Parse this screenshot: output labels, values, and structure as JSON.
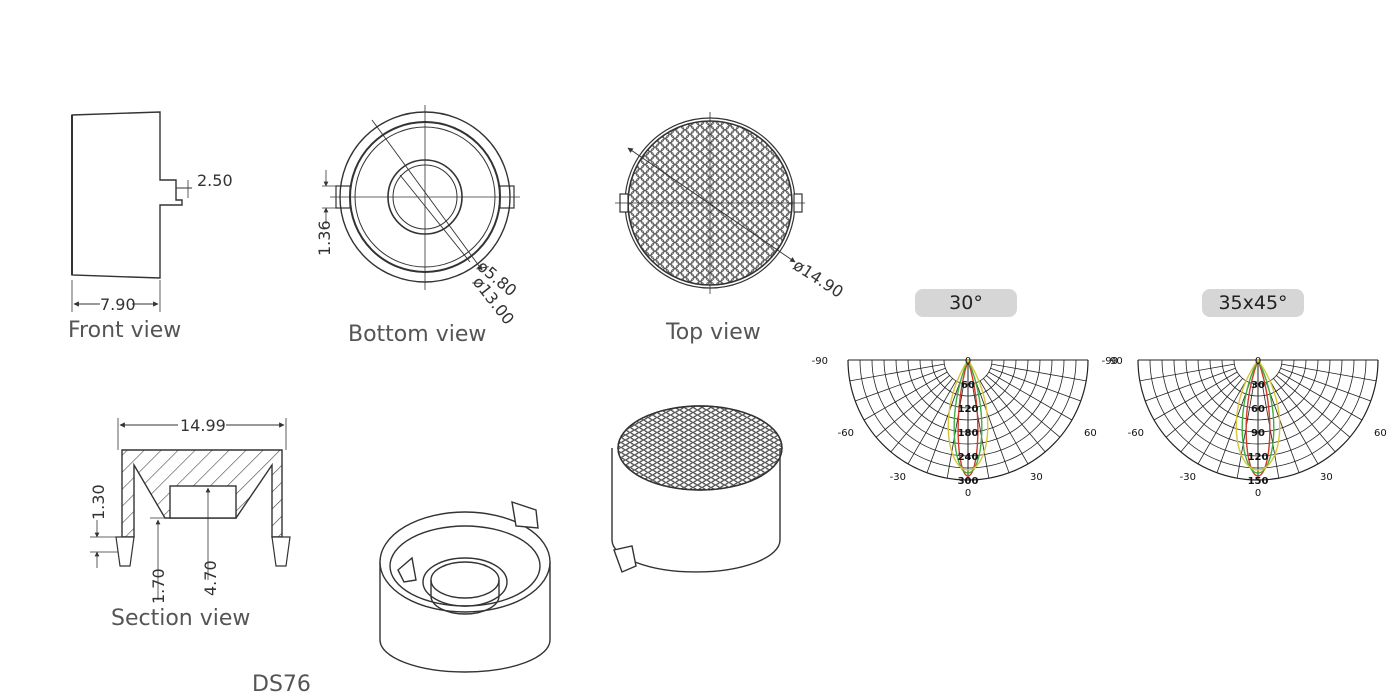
{
  "views": {
    "front": "Front view",
    "bottom": "Bottom view",
    "top": "Top view",
    "section": "Section view"
  },
  "model": "DS76",
  "dims": {
    "front_width": "7.90",
    "front_clip": "2.50",
    "bottom_tab": "1.36",
    "bottom_inner_dia": "ø5.80",
    "bottom_outer_dia": "ø13.00",
    "top_dia": "ø14.90",
    "section_width": "14.99",
    "section_rim": "1.30",
    "section_step": "1.70",
    "section_depth": "4.70"
  },
  "polar": [
    {
      "badge": "30°",
      "angles": [
        "-90",
        "90",
        "-60",
        "60",
        "-30",
        "30"
      ],
      "center_label": "0",
      "bottom_label": "0",
      "radial_values": [
        "60",
        "120",
        "180",
        "240",
        "300"
      ],
      "curve_colors": [
        "#d23a2a",
        "#3fae3f",
        "#d8c53a"
      ]
    },
    {
      "badge": "35x45°",
      "angles": [
        "-90",
        "90",
        "-60",
        "60",
        "-30",
        "30"
      ],
      "center_label": "0",
      "bottom_label": "0",
      "radial_values": [
        "30",
        "60",
        "90",
        "120",
        "150"
      ],
      "curve_colors": [
        "#d23a2a",
        "#3fae3f",
        "#d8c53a"
      ]
    }
  ]
}
